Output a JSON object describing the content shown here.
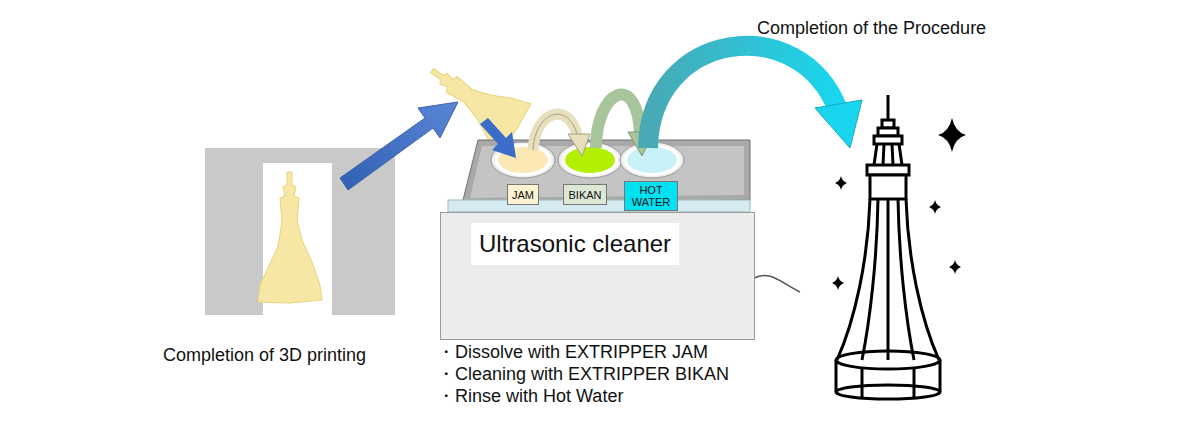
{
  "diagram": {
    "nodes": [
      {
        "text": [
          "JAM"
        ]
      },
      {
        "text": [
          "BIKAN"
        ]
      },
      {
        "text": [
          "HOT WATER"
        ]
      },
      {
        "text": [
          "Ultrasonic cleaner"
        ]
      }
    ],
    "labels": [
      "Completion of the Procedure",
      "Completion of 3D printing",
      "・Dissolve with EXTRIPPER JAM",
      "・Cleaning with EXTRIPPER BIKAN",
      "・Rinse with Hot Water"
    ]
  }
}
